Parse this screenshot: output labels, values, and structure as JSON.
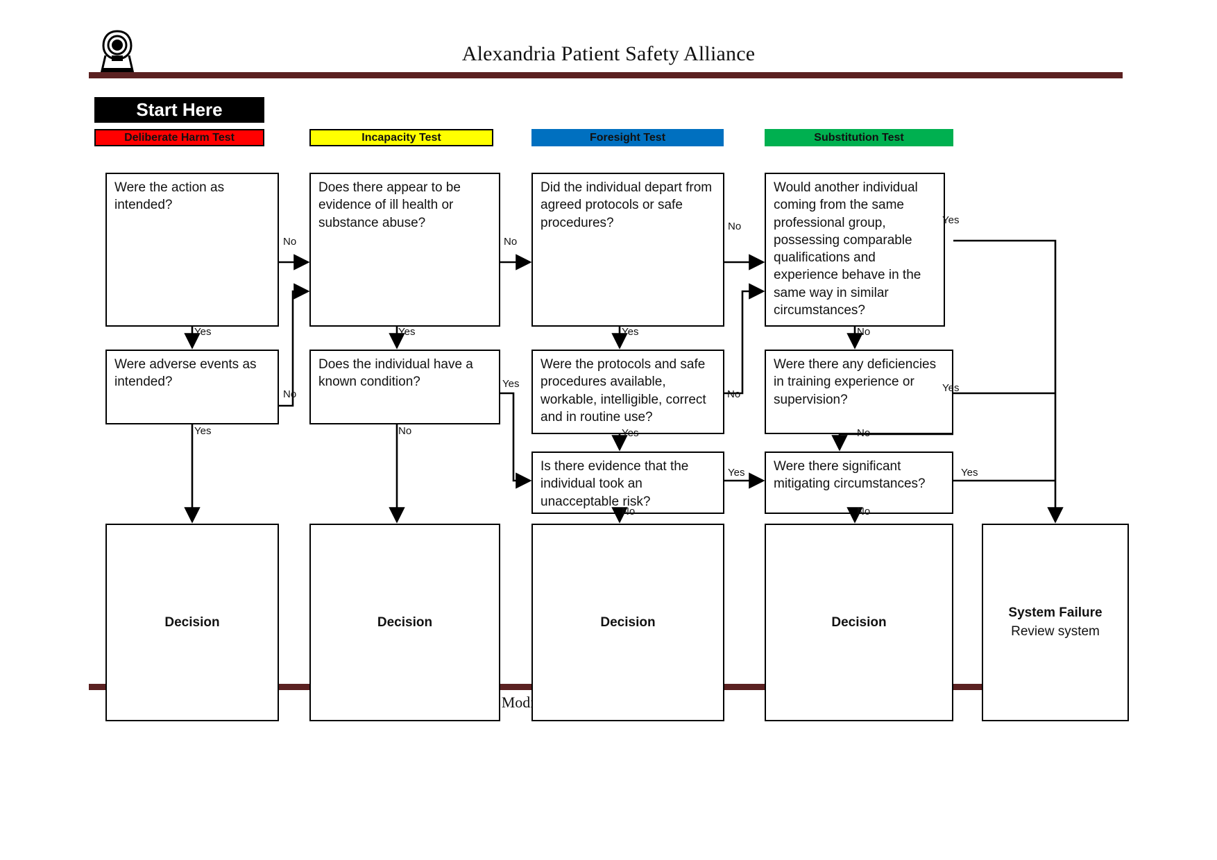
{
  "header": {
    "logo_icon": "alliance-figure-logo",
    "title": "Alexandria Patient Safety Alliance"
  },
  "footer": {
    "text": "Modified for Educational Purposes"
  },
  "start_banner": {
    "label": "Start Here"
  },
  "colors": {
    "deliberate_harm": "#FF0000",
    "incapacity": "#FFFF00",
    "foresight": "#0070C0",
    "substitution": "#00B050",
    "rule": "#5B2121",
    "banner": "#000000"
  },
  "columns": [
    {
      "id": "deliberate-harm",
      "test_label": "Deliberate Harm Test",
      "color": "#FF0000",
      "q_top": "Were the action as intended?",
      "q_mid": "Were adverse events as intended?",
      "decision": "Decision"
    },
    {
      "id": "incapacity",
      "test_label": "Incapacity Test",
      "color": "#FFFF00",
      "q_top": "Does there appear to be evidence of ill health or substance abuse?",
      "q_mid": "Does the individual have a known condition?",
      "decision": "Decision"
    },
    {
      "id": "foresight",
      "test_label": "Foresight Test",
      "color": "#0070C0",
      "q_top": "Did the individual depart from agreed protocols or safe procedures?",
      "q_mid": "Were the protocols and safe procedures available, workable, intelligible, correct and in routine use?",
      "q_low": "Is there evidence that the individual took an unacceptable risk?",
      "decision": "Decision"
    },
    {
      "id": "substitution",
      "test_label": "Substitution Test",
      "color": "#00B050",
      "q_top": "Would another individual coming from the same professional group, possessing comparable qualifications and experience behave in the same way in similar circumstances?",
      "q_mid": "Were there any deficiencies in training experience or supervision?",
      "q_low": "Were there significant mitigating circumstances?",
      "decision": "Decision"
    }
  ],
  "system_failure": {
    "title": "System Failure",
    "subtitle": "Review system"
  },
  "edge_labels": {
    "c1_top_no": "No",
    "c1_top_yes": "Yes",
    "c1_mid_no": "No",
    "c1_mid_yes": "Yes",
    "c2_top_no": "No",
    "c2_top_yes": "Yes",
    "c2_mid_no": "No",
    "c2_mid_yes": "Yes",
    "c3_top_no": "No",
    "c3_top_yes": "Yes",
    "c3_mid_yes": "Yes",
    "c3_low_yes": "Yes",
    "c3_low_no": "No",
    "c4_top_no": "No",
    "c4_top_yes_right": "Yes",
    "c4_top_no_down": "No",
    "c4_mid_no_left": "No",
    "c4_mid_yes_right": "Yes",
    "c4_mid_no_down": "No",
    "c4_low_yes_right": "Yes",
    "c4_low_no": "No"
  }
}
